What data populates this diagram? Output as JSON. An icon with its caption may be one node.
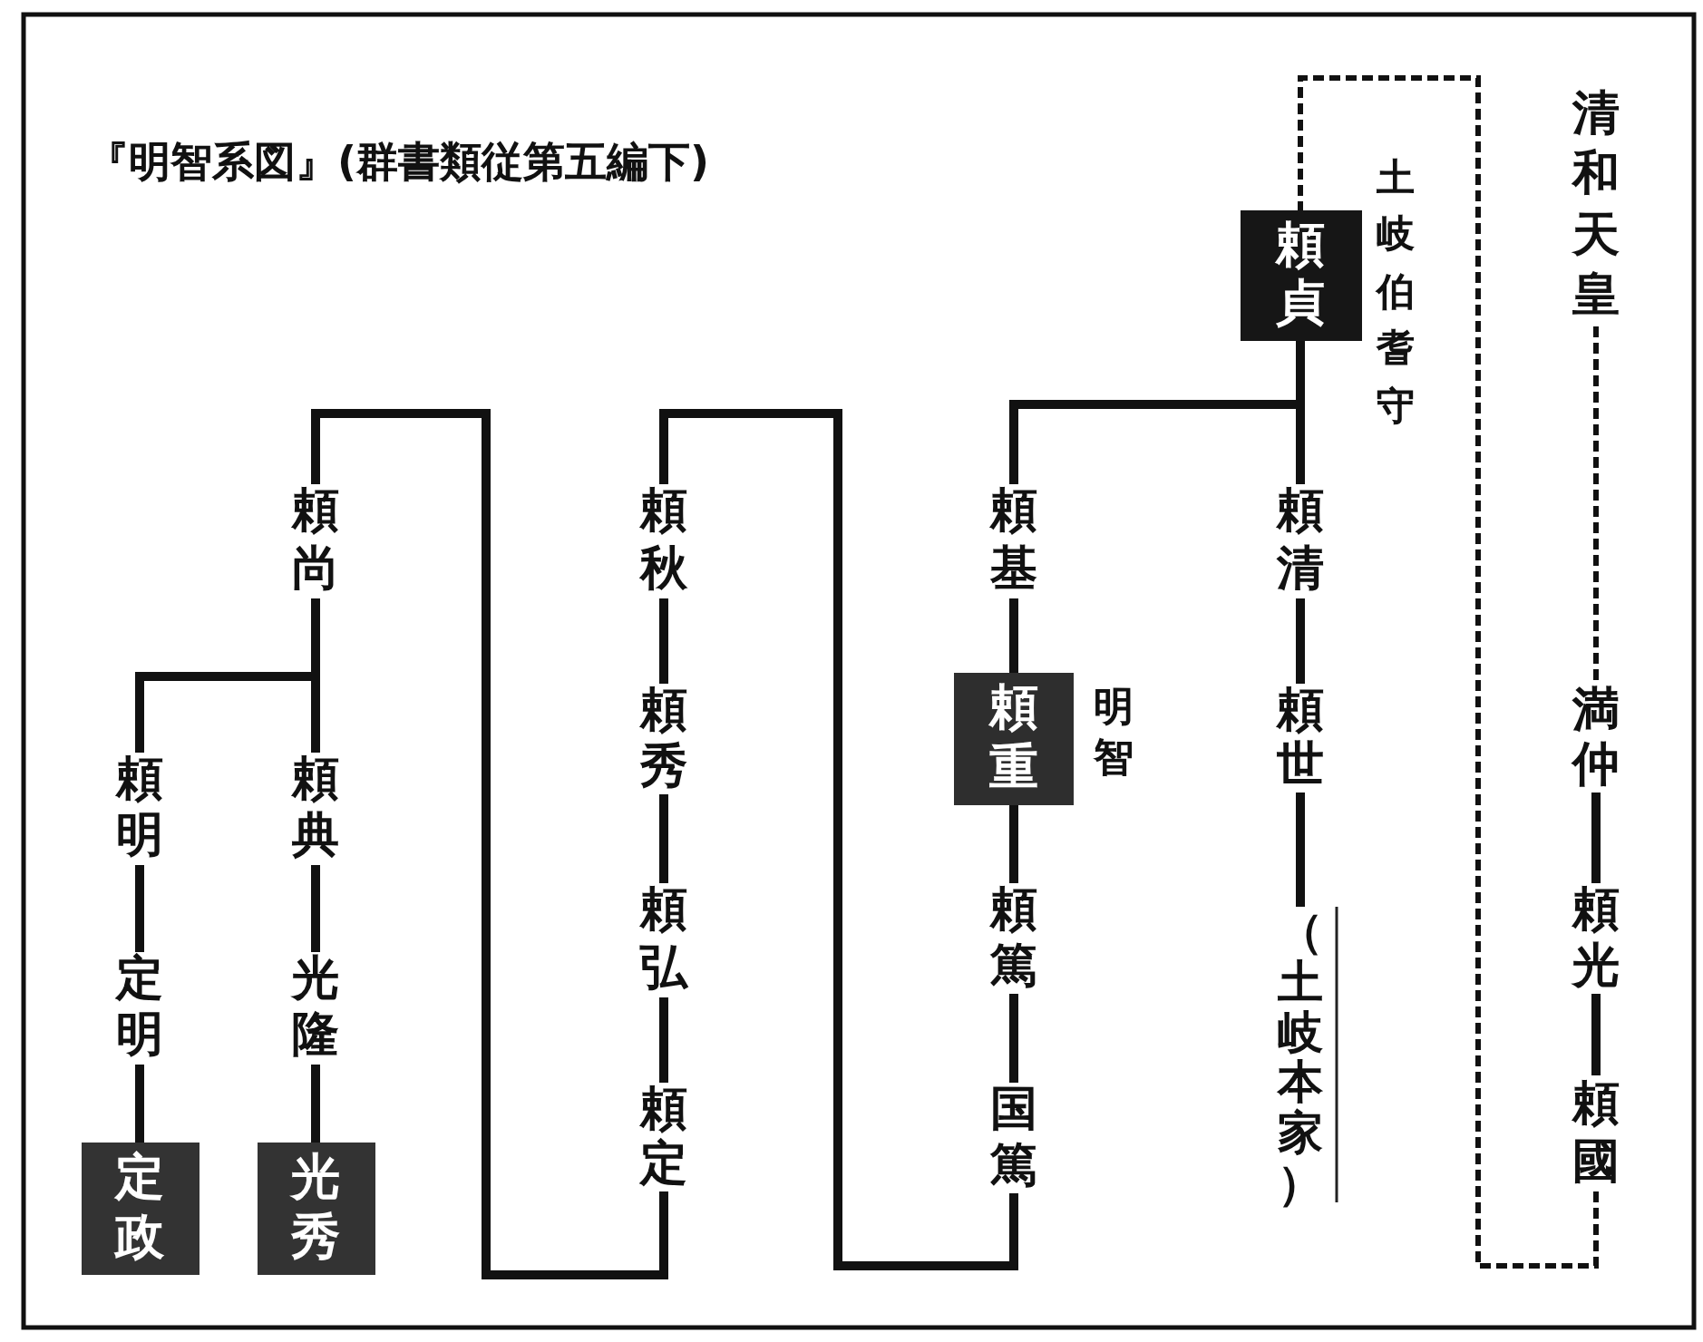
{
  "diagram": {
    "title": "『明智系図』(群書類従第五編下)",
    "nodes": [
      {
        "text": [
          "清和天皇"
        ]
      },
      {
        "text": [
          "満仲"
        ]
      },
      {
        "text": [
          "頼光"
        ]
      },
      {
        "text": [
          "頼國"
        ]
      },
      {
        "text": [
          "頼貞"
        ],
        "beside": [
          "土岐伯耆守"
        ]
      },
      {
        "text": [
          "頼清"
        ]
      },
      {
        "text": [
          "頼世"
        ]
      },
      {
        "text": [
          "（土岐本家）"
        ]
      },
      {
        "text": [
          "頼基"
        ]
      },
      {
        "text": [
          "頼重"
        ],
        "beside": [
          "明智"
        ]
      },
      {
        "text": [
          "頼篤"
        ]
      },
      {
        "text": [
          "国篤"
        ]
      },
      {
        "text": [
          "頼秋"
        ]
      },
      {
        "text": [
          "頼秀"
        ]
      },
      {
        "text": [
          "頼弘"
        ]
      },
      {
        "text": [
          "頼定"
        ]
      },
      {
        "text": [
          "頼尚"
        ]
      },
      {
        "text": [
          "頼明"
        ]
      },
      {
        "text": [
          "定明"
        ]
      },
      {
        "text": [
          "定政"
        ]
      },
      {
        "text": [
          "頼典"
        ]
      },
      {
        "text": [
          "光隆"
        ]
      },
      {
        "text": [
          "光秀"
        ]
      }
    ],
    "edges": [
      {
        "from": 0,
        "to": 1,
        "arrow": "none",
        "style": "dashed"
      },
      {
        "from": 1,
        "to": 2,
        "arrow": "none"
      },
      {
        "from": 2,
        "to": 3,
        "arrow": "none"
      },
      {
        "from": 3,
        "to": 4,
        "arrow": "none",
        "style": "dashed"
      },
      {
        "from": 4,
        "to": 5,
        "arrow": "none"
      },
      {
        "from": 5,
        "to": 6,
        "arrow": "none"
      },
      {
        "from": 6,
        "to": 7,
        "arrow": "none"
      },
      {
        "from": 4,
        "to": 8,
        "arrow": "none"
      },
      {
        "from": 8,
        "to": 9,
        "arrow": "none"
      },
      {
        "from": 9,
        "to": 10,
        "arrow": "none"
      },
      {
        "from": 10,
        "to": 11,
        "arrow": "none"
      },
      {
        "from": 11,
        "to": 12,
        "arrow": "none"
      },
      {
        "from": 12,
        "to": 13,
        "arrow": "none"
      },
      {
        "from": 13,
        "to": 14,
        "arrow": "none"
      },
      {
        "from": 14,
        "to": 15,
        "arrow": "none"
      },
      {
        "from": 15,
        "to": 16,
        "arrow": "none"
      },
      {
        "from": 16,
        "to": 17,
        "arrow": "none"
      },
      {
        "from": 17,
        "to": 18,
        "arrow": "none"
      },
      {
        "from": 18,
        "to": 19,
        "arrow": "none"
      },
      {
        "from": 16,
        "to": 20,
        "arrow": "none"
      },
      {
        "from": 20,
        "to": 21,
        "arrow": "none"
      },
      {
        "from": 21,
        "to": 22,
        "arrow": "none"
      }
    ]
  }
}
